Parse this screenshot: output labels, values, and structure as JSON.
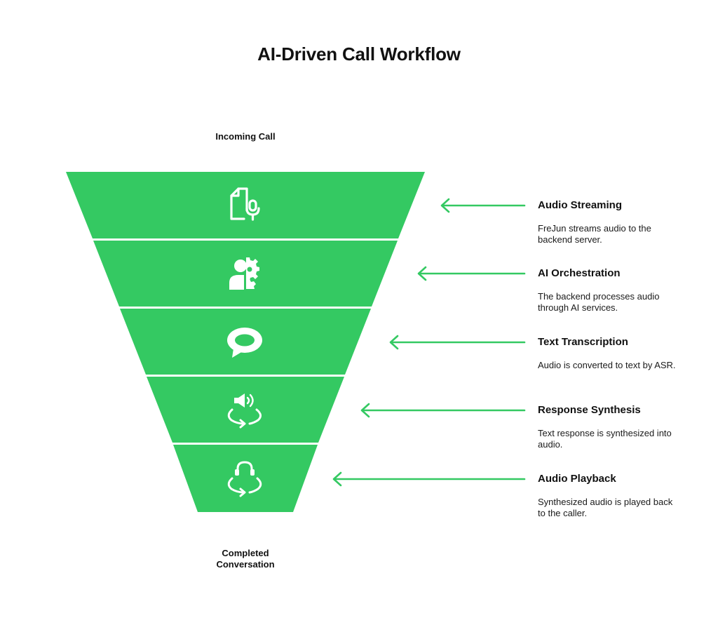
{
  "title": "AI-Driven Call Workflow",
  "top_label": "Incoming Call",
  "bottom_label": [
    "Completed",
    "Conversation"
  ],
  "colors": {
    "funnel_green": "#34c962",
    "arrow_green": "#34c962",
    "icon_white": "#ffffff"
  },
  "steps": [
    {
      "title": "Audio Streaming",
      "description": "FreJun streams audio to the backend server.",
      "icon": "audio-file-microphone-icon"
    },
    {
      "title": "AI Orchestration",
      "description": "The backend processes audio through AI services.",
      "icon": "person-gear-icon"
    },
    {
      "title": "Text Transcription",
      "description": "Audio is converted to text by ASR.",
      "icon": "speech-bubble-icon"
    },
    {
      "title": "Response Synthesis",
      "description": "Text response is synthesized into audio.",
      "icon": "speaker-cycle-icon"
    },
    {
      "title": "Audio Playback",
      "description": "Synthesized audio is played back to the caller.",
      "icon": "headphones-cycle-icon"
    }
  ]
}
